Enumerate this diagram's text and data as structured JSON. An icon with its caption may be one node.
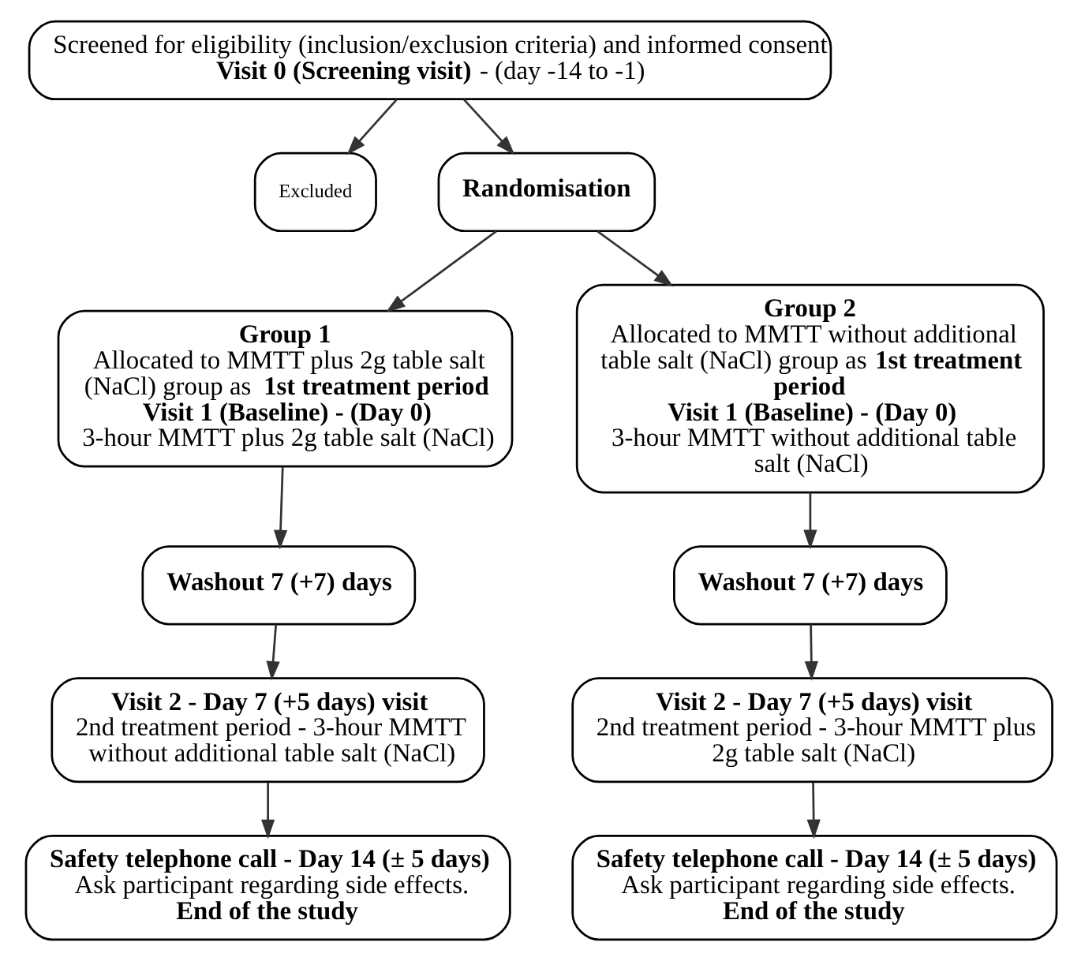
{
  "diagram": {
    "nodes": [
      {
        "text": [
          "Screened for eligibility (inclusion/exclusion criteria) and informed consent",
          "**Visit 0 (Screening visit)** - (day -14 to -1)"
        ]
      },
      {
        "text": [
          "Excluded"
        ]
      },
      {
        "text": [
          "Randomisation"
        ]
      },
      {
        "text": [
          "Group 1",
          "Allocated to MMTT plus 2g table salt (NaCl) group as **1st treatment period**",
          "Visit 1 (Baseline) - (Day 0)",
          "3-hour MMTT plus 2g table salt (NaCl)"
        ]
      },
      {
        "text": [
          "Group 2",
          "Allocated to MMTT without additional table salt (NaCl) group as **1st treatment period**",
          "Visit 1 (Baseline) - (Day 0)",
          "3-hour MMTT without additional table salt (NaCl)"
        ]
      },
      {
        "text": [
          "Washout 7 (+7) days"
        ]
      },
      {
        "text": [
          "Washout 7 (+7) days"
        ]
      },
      {
        "text": [
          "Visit 2 - Day 7 (+5 days) visit",
          "2nd treatment period - 3-hour MMTT without additional table salt (NaCl)"
        ]
      },
      {
        "text": [
          "Visit 2 - Day 7 (+5 days) visit",
          "2nd treatment period - 3-hour MMTT plus 2g table salt (NaCl)"
        ]
      },
      {
        "text": [
          "Safety telephone call - Day 14 (± 5 days)",
          "Ask participant regarding side effects.",
          "End of the study"
        ]
      },
      {
        "text": [
          "Safety telephone call - Day 14 (± 5 days)",
          "Ask participant regarding side effects.",
          "End of the study"
        ]
      }
    ],
    "edges": [
      {
        "from": 0,
        "to": 2,
        "arrow": "to"
      },
      {
        "from": 0,
        "to": 1,
        "arrow": "to"
      },
      {
        "from": 2,
        "to": 3,
        "arrow": "to"
      },
      {
        "from": 2,
        "to": 4,
        "arrow": "to"
      },
      {
        "from": 3,
        "to": 5,
        "arrow": "to"
      },
      {
        "from": 4,
        "to": 6,
        "arrow": "to"
      },
      {
        "from": 5,
        "to": 7,
        "arrow": "to"
      },
      {
        "from": 6,
        "to": 8,
        "arrow": "to"
      },
      {
        "from": 7,
        "to": 9,
        "arrow": "to"
      },
      {
        "from": 8,
        "to": 10,
        "arrow": "to"
      }
    ]
  }
}
